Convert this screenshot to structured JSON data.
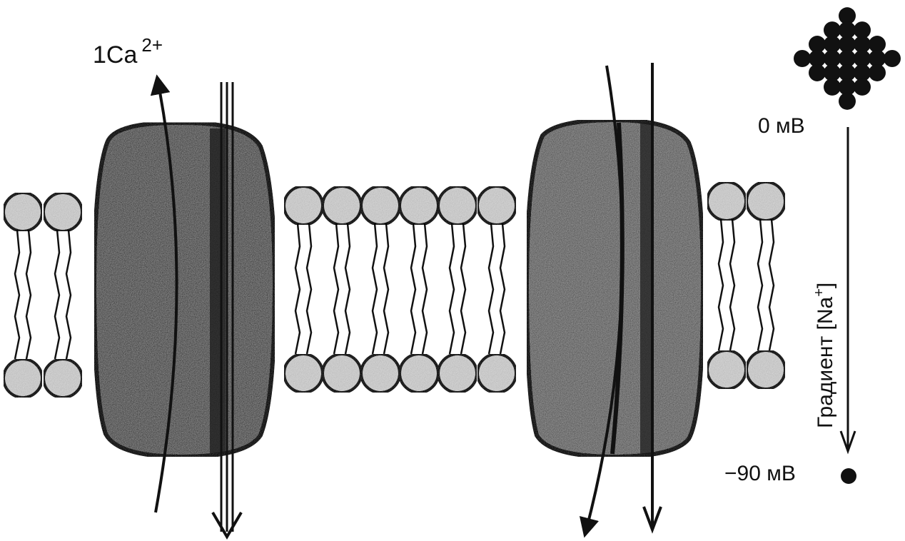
{
  "labels": {
    "calcium": "1Ca",
    "calcium_charge": "2+",
    "potential_top": "0 мВ",
    "potential_bottom": "−90 мВ",
    "gradient_prefix": "Градиент  [Na",
    "gradient_sup": "+",
    "gradient_suffix": "]"
  },
  "colors": {
    "ink": "#111111",
    "protein_fill": "#7a7a7a",
    "head_fill": "#cfcfcf"
  }
}
